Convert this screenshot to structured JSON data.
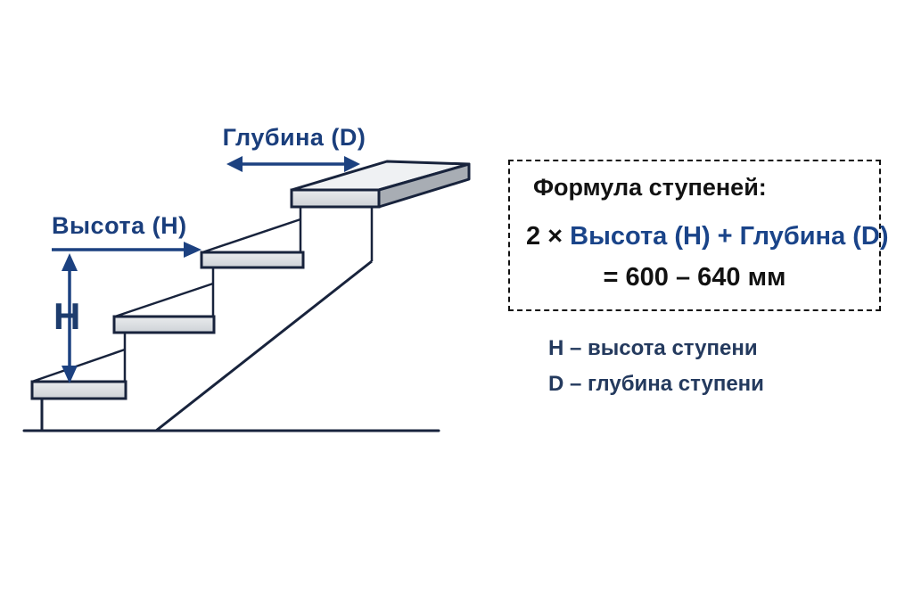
{
  "diagram": {
    "labels": {
      "depth": "Глубина (D)",
      "height": "Высота (H)",
      "h_symbol": "H"
    }
  },
  "formula_box": {
    "title": "Формула ступеней:",
    "equation_prefix": "2 ×",
    "equation_blue": "Высота (H) + Глубина (D)",
    "equation_result": "= 600 – 640 мм"
  },
  "legend": {
    "items": [
      {
        "label": "H – высота ступени"
      },
      {
        "label": "D – глубина ступени"
      }
    ]
  },
  "colors": {
    "accent_arrow_blue": "#1c4180",
    "label_navy": "#1a3e7c",
    "formula_blue": "#1a4489",
    "legend_navy": "#243a5e",
    "outline_dark_navy": "#18233c",
    "tread_fill_light": "#d8dbdf",
    "platform_top_fill": "#eff1f3",
    "platform_side_fill": "#a8adb4",
    "text_black": "#121212",
    "background": "#ffffff"
  }
}
